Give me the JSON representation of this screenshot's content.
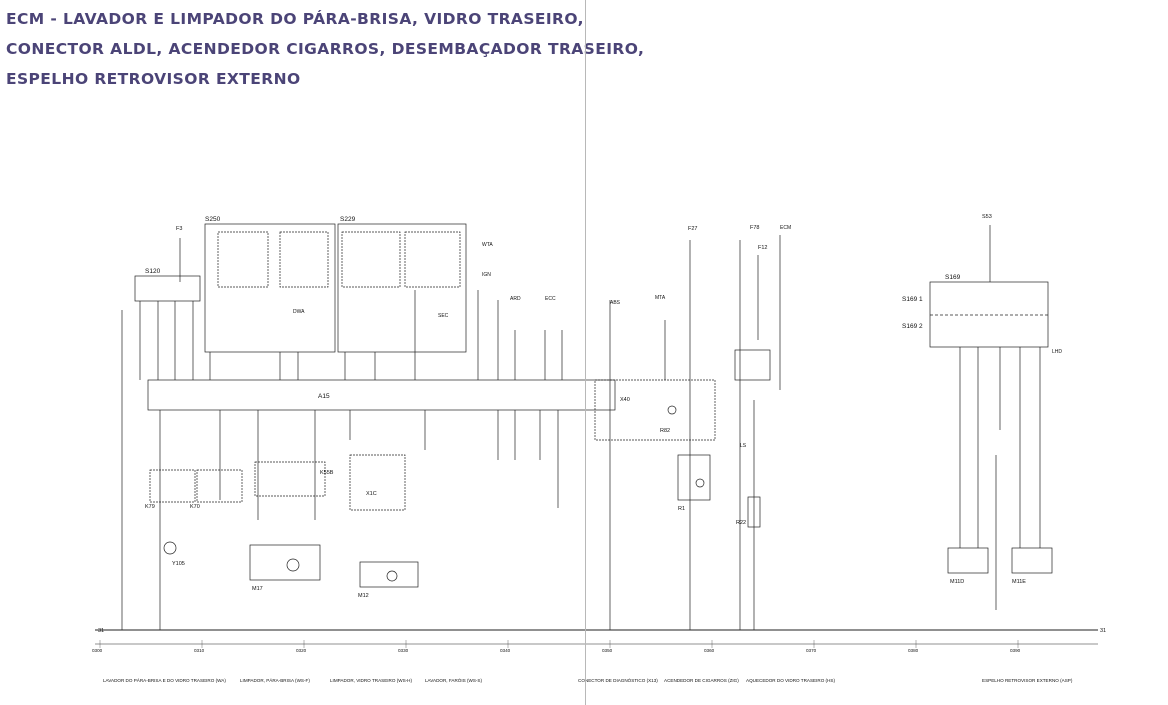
{
  "title_lines": [
    "ECM - LAVADOR E LIMPADOR DO PÁRA-BRISA, VIDRO TRASEIRO,",
    "CONECTOR ALDL, ACENDEDOR CIGARROS, DESEMBAÇADOR TRASEIRO,",
    "ESPELHO RETROVISOR EXTERNO"
  ],
  "components": {
    "s250": "S250",
    "s229": "S229",
    "s120": "S120",
    "s169": "S169",
    "s169_1": "S169 1",
    "s169_2": "S169 2",
    "a15": "A15",
    "x40": "X40",
    "m17": "M17",
    "m12": "M12",
    "m11d": "M11D",
    "m11e": "M11E",
    "y105": "Y105",
    "r1": "R1",
    "r82": "R82",
    "r22": "R22",
    "k79": "K79",
    "k70": "K70",
    "k55b": "K55B",
    "x1c": "X1C"
  },
  "fuses": {
    "f3": "F3",
    "f27": "F27",
    "f78": "F78",
    "f12": "F12",
    "s53": "S53"
  },
  "tags": {
    "ecm": "ECM",
    "dwa": "DWA",
    "sec": "SEC",
    "wta": "WTA",
    "ign": "IGN",
    "ard": "ARD",
    "ecc": "ECC",
    "ls": "LS",
    "mta": "MTA",
    "abs": "ABS",
    "lhd": "LHD"
  },
  "ground_left": "31",
  "ground_right": "31",
  "ruler": [
    "0300",
    "0310",
    "0320",
    "0330",
    "0340",
    "0350",
    "0360",
    "0370",
    "0380",
    "0390"
  ],
  "captions": [
    "LAVADOR DO PÁRA-BRISA E DO VIDRO TRASEIRO (WA)",
    "LIMPADOR, PÁRA-BRISA (WS-F)",
    "LIMPADOR, VIDRO TRASEIRO (WS-H)",
    "LAVADOR, FARÓIS (WS-S)",
    "CONECTOR DE DIAGNÓSTICO (X13)",
    "ACENDEDOR DE CIGARROS (ZIG)",
    "AQUECEDOR DO VIDRO TRASEIRO (HS)",
    "ESPELHO RETROVISOR EXTERNO (ASP)"
  ]
}
